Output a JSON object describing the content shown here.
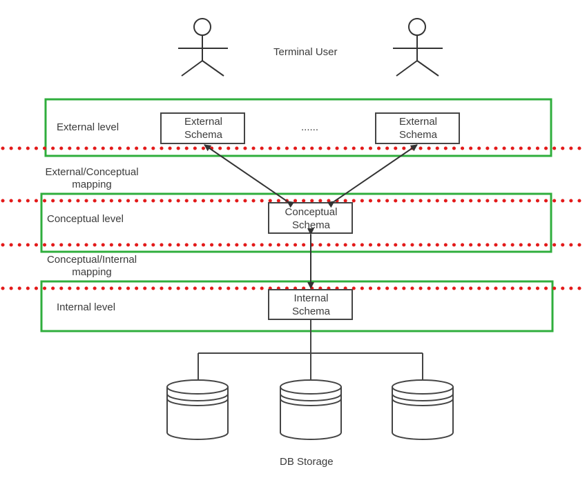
{
  "terminal_user": "Terminal User",
  "levels": {
    "external": "External level",
    "conceptual": "Conceptual level",
    "internal": "Internal level"
  },
  "mappings": {
    "external_conceptual": [
      "External/Conceptual",
      "mapping"
    ],
    "conceptual_internal": [
      "Conceptual/Internal",
      "mapping"
    ]
  },
  "schemas": {
    "external_1": [
      "External",
      "Schema"
    ],
    "external_2": [
      "External",
      "Schema"
    ],
    "ellipsis": "......",
    "conceptual": [
      "Conceptual",
      "Schema"
    ],
    "internal": [
      "Internal",
      "Schema"
    ]
  },
  "storage_label": "DB Storage",
  "colors": {
    "level_border": "#2fae3c",
    "dotted_line": "#e31a1a",
    "stroke": "#444444"
  },
  "icons": [
    "user-icon",
    "user-icon",
    "database-icon",
    "database-icon",
    "database-icon"
  ]
}
